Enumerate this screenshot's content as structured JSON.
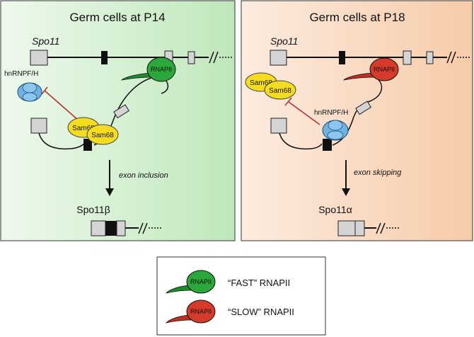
{
  "panels": [
    {
      "title": "Germ cells at P14",
      "gene": "Spo11",
      "factor_label": "hnRNPF/H",
      "sam68_label": "Sam68",
      "pol_label": "RNAPII",
      "step_label": "exon inclusion",
      "product_label": "Spo11β",
      "background": "#c9ebc6",
      "pol_color": "#2aa83a"
    },
    {
      "title": "Germ cells at P18",
      "gene": "Spo11",
      "factor_label": "hnRNPF/H",
      "sam68_label": "Sam68",
      "pol_label": "RNAPII",
      "step_label": "exon skipping",
      "product_label": "Spo11α",
      "background": "#f8d4b8",
      "pol_color": "#d63a2a"
    }
  ],
  "legend": {
    "items": [
      {
        "pol_label": "RNAPII",
        "text": "“FAST” RNAPII",
        "color": "#2aa83a"
      },
      {
        "pol_label": "RNAPII",
        "text": "“SLOW” RNAPII",
        "color": "#d63a2a"
      }
    ]
  },
  "colors": {
    "sam68": "#f6dc1e",
    "hnrnp": "#6fb2e4",
    "exon_grey": "#d4d4d4",
    "exon_black": "#111111",
    "inhibition": "#b33333"
  }
}
